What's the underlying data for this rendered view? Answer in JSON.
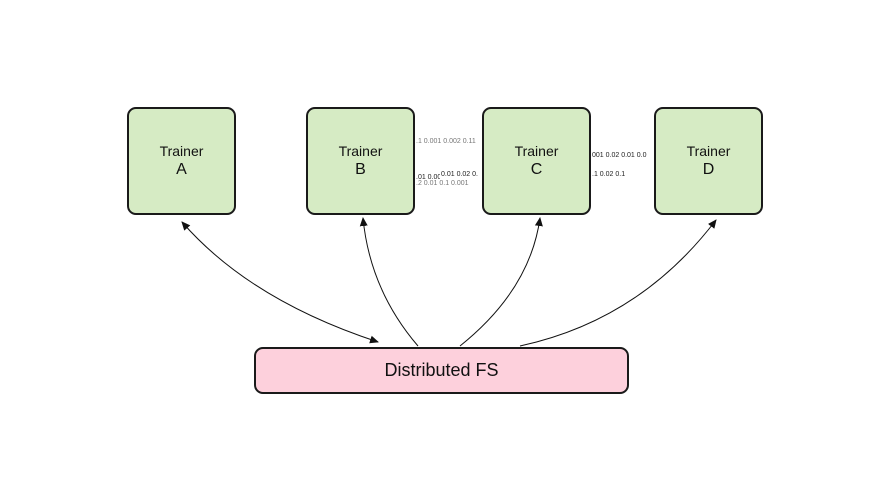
{
  "colors": {
    "trainer_fill": "#d6ebc4",
    "fs_fill": "#fdd0dc",
    "stroke": "#1a1a1a",
    "arrow": "#111111"
  },
  "trainers": [
    {
      "label": "Trainer",
      "id": "A"
    },
    {
      "label": "Trainer",
      "id": "B"
    },
    {
      "label": "Trainer",
      "id": "C"
    },
    {
      "label": "Trainer",
      "id": "D"
    }
  ],
  "storage": {
    "label": "Distributed FS"
  },
  "traffic": {
    "bc_top": ".1 0.001 0.002 0.11",
    "bc_mid": "0.01 0.02 0.",
    "bc_mid_left": ".01 0.001",
    "bc_low": ".2 0.01 0.1 0.001",
    "cd_top": "001 0.02 0.01 0.0",
    "cd_low": ".1 0.02 0.1"
  }
}
